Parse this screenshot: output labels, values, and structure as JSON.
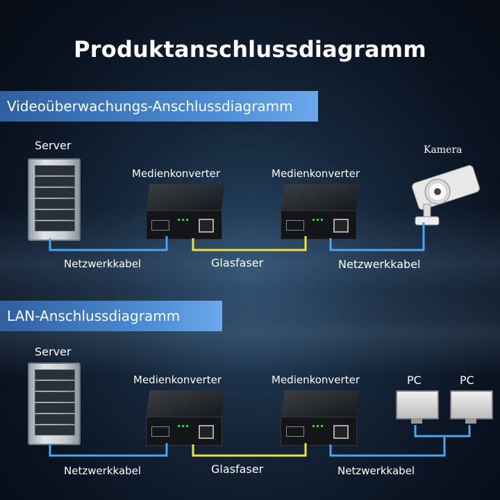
{
  "title": "Produktanschlussdiagramm",
  "section_video": {
    "banner": "Videoüberwachungs-Anschlussdiagramm",
    "server_label": "Server",
    "converter1_label": "Medienkonverter",
    "converter2_label": "Medienkonverter",
    "camera_label": "Kamera",
    "cable_left": "Netzwerkkabel",
    "fiber": "Glasfaser",
    "cable_right": "Netzwerkkabel"
  },
  "section_lan": {
    "banner": "LAN-Anschlussdiagramm",
    "server_label": "Server",
    "converter1_label": "Medienkonverter",
    "converter2_label": "Medienkonverter",
    "pc1_label": "PC",
    "pc2_label": "PC",
    "cable_left": "Netzwerkkabel",
    "fiber": "Glasfaser",
    "cable_right": "Netzwerkkabel"
  },
  "colors": {
    "network_cable": "#4aa6ee",
    "fiber": "#f0e23a",
    "banner_start": "#2f5fa0",
    "banner_end": "#6aa8ea"
  },
  "icons": [
    "server-rack-icon",
    "media-converter-icon",
    "cctv-camera-icon",
    "pc-monitor-icon"
  ]
}
